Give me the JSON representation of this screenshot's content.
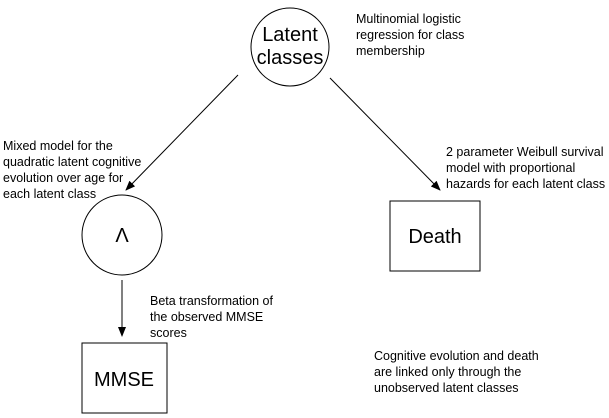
{
  "nodes": {
    "latent": {
      "lines": [
        "Latent",
        "classes"
      ]
    },
    "lambda": {
      "label": "Λ"
    },
    "death": {
      "label": "Death"
    },
    "mmse": {
      "label": "MMSE"
    }
  },
  "notes": {
    "multinomial": [
      "Multinomial logistic",
      "regression for class",
      "membership"
    ],
    "mixed": [
      "Mixed model for the",
      "quadratic latent cognitive",
      "evolution over age for",
      "each latent class"
    ],
    "weibull": [
      "2 parameter Weibull survival",
      "model with proportional",
      "hazards for each latent class"
    ],
    "beta": [
      "Beta transformation of",
      "the observed MMSE",
      "scores"
    ],
    "linked": [
      "Cognitive evolution and death",
      "are linked only through the",
      "unobserved latent classes"
    ]
  }
}
